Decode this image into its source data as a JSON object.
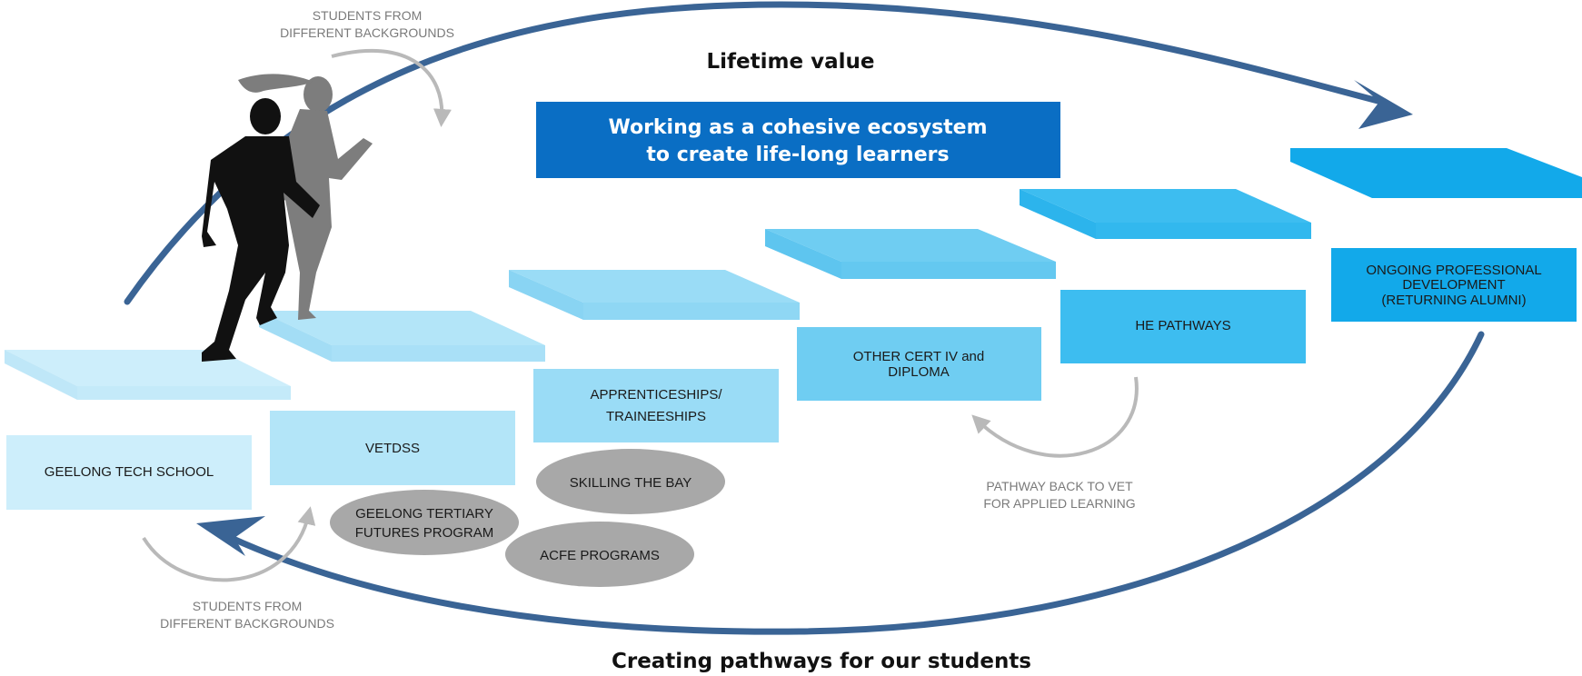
{
  "title_top": "Lifetime value",
  "title_bottom": "Creating pathways for our students",
  "banner": {
    "line1": "Working as a cohesive ecosystem",
    "line2": "to create life-long learners"
  },
  "students_top": {
    "line1": "STUDENTS FROM",
    "line2": "DIFFERENT BACKGROUNDS"
  },
  "students_bottom": {
    "line1": "STUDENTS FROM",
    "line2": "DIFFERENT BACKGROUNDS"
  },
  "pathway_back": {
    "line1": "PATHWAY BACK TO VET",
    "line2": "FOR APPLIED LEARNING"
  },
  "boxes": {
    "geelong_tech": "GEELONG TECH SCHOOL",
    "vetdss": "VETDSS",
    "apprenticeships": {
      "line1": "APPRENTICESHIPS/",
      "line2": "TRAINEESHIPS"
    },
    "other_cert": {
      "line1": "OTHER CERT IV and",
      "line2": "DIPLOMA"
    },
    "he_pathways": "HE PATHWAYS",
    "ongoing": {
      "line1": "ONGOING PROFESSIONAL",
      "line2": "DEVELOPMENT",
      "line3": "(RETURNING ALUMNI)"
    }
  },
  "ovals": {
    "geelong_tertiary": {
      "line1": "GEELONG TERTIARY",
      "line2": "FUTURES PROGRAM"
    },
    "skilling": "SKILLING THE BAY",
    "acfe": "ACFE PROGRAMS"
  },
  "colors": {
    "arc_blue": "#3a6495",
    "banner_blue": "#0a6ec4",
    "step_1": "#cdeefb",
    "step_2": "#b3e5f8",
    "step_3": "#9adcf6",
    "step_4": "#6fcdf2",
    "step_5": "#3dbdf0",
    "step_6": "#12a9ea",
    "oval_grey": "#a8a8a8",
    "arrow_grey": "#b9b9b9"
  }
}
